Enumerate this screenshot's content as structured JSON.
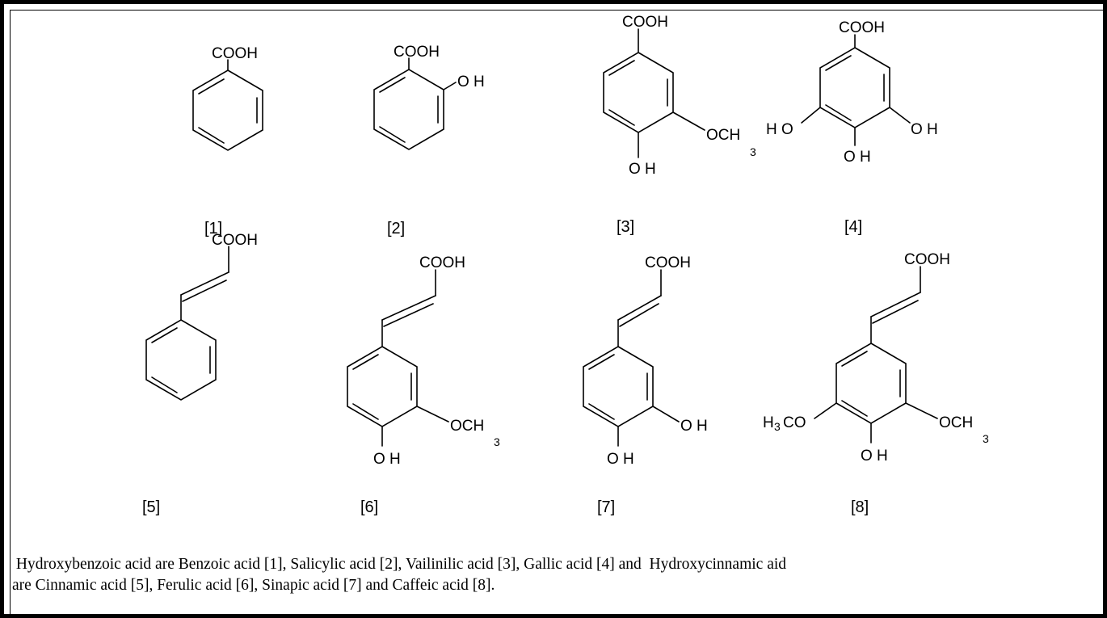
{
  "groups": {
    "cooh": "COOH",
    "oh": "O H",
    "ho": "H O",
    "och3": "OCH",
    "och3_sub": "3",
    "h3co_h": "H",
    "h3co_sub": "3",
    "h3co_rest": "CO"
  },
  "compounds": [
    {
      "label": "[1]"
    },
    {
      "label": "[2]"
    },
    {
      "label": "[3]"
    },
    {
      "label": "[4]"
    },
    {
      "label": "[5]"
    },
    {
      "label": "[6]"
    },
    {
      "label": "[7]"
    },
    {
      "label": "[8]"
    }
  ],
  "caption": {
    "line1": " Hydroxybenzoic acid are Benzoic acid [1], Salicylic acid [2], Vailinilic acid [3], Gallic acid [4] and  Hydroxycinnamic aid",
    "line2": "are Cinnamic acid [5], Ferulic acid [6], Sinapic acid [7] and Caffeic acid [8]."
  }
}
